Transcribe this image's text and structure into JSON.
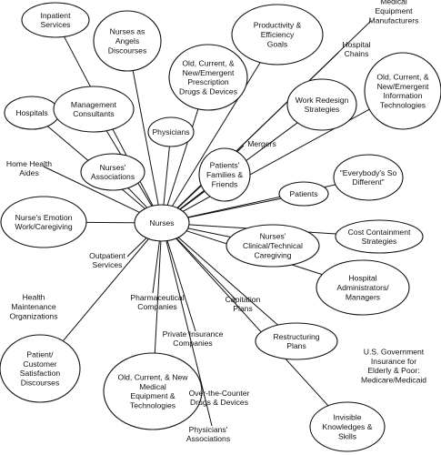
{
  "hub": {
    "label": [
      "Nurses"
    ]
  },
  "nodes": [
    {
      "id": "inpatient-services",
      "label": [
        "Inpatient",
        "Services"
      ]
    },
    {
      "id": "nurses-as-angels",
      "label": [
        "Nurses as",
        "Angels",
        "Discourses"
      ]
    },
    {
      "id": "productivity-goals",
      "label": [
        "Productivity &",
        "Efficiency",
        "Goals"
      ]
    },
    {
      "id": "prescription-drugs",
      "label": [
        "Old, Current, &",
        "New/Emergent",
        "Prescription",
        "Drugs & Devices"
      ]
    },
    {
      "id": "information-technologies",
      "label": [
        "Old, Current, &",
        "New/Emergent",
        "Information",
        "Technologies"
      ]
    },
    {
      "id": "work-redesign",
      "label": [
        "Work Redesign",
        "Strategies"
      ]
    },
    {
      "id": "hospitals",
      "label": [
        "Hospitals"
      ]
    },
    {
      "id": "management-consultants",
      "label": [
        "Management",
        "Consultants"
      ]
    },
    {
      "id": "physicians",
      "label": [
        "Physicians"
      ]
    },
    {
      "id": "nurses-associations",
      "label": [
        "Nurses'",
        "Associations"
      ]
    },
    {
      "id": "patients-families",
      "label": [
        "Patients'",
        "Families &",
        "Friends"
      ]
    },
    {
      "id": "everybodys-different",
      "label": [
        "\"Everybody's So",
        "Different\""
      ]
    },
    {
      "id": "patients",
      "label": [
        "Patients"
      ]
    },
    {
      "id": "emotion-work",
      "label": [
        "Nurse's Emotion",
        "Work/Caregiving"
      ]
    },
    {
      "id": "clinical-caregiving",
      "label": [
        "Nurses'",
        "Clinical/Technical",
        "Caregiving"
      ]
    },
    {
      "id": "cost-containment",
      "label": [
        "Cost Containment",
        "Strategies"
      ]
    },
    {
      "id": "hospital-administrators",
      "label": [
        "Hospital",
        "Administrators/",
        "Managers"
      ]
    },
    {
      "id": "restructuring-plans",
      "label": [
        "Restructuring",
        "Plans"
      ]
    },
    {
      "id": "satisfaction-discourses",
      "label": [
        "Patient/",
        "Customer",
        "Satisfaction",
        "Discourses"
      ]
    },
    {
      "id": "medical-equipment",
      "label": [
        "Old, Current, & New",
        "Medical",
        "Equipment &",
        "Technologies"
      ]
    },
    {
      "id": "invisible-knowledges",
      "label": [
        "Invisible",
        "Knowledges &",
        "Skills"
      ]
    }
  ],
  "free_labels": [
    {
      "id": "medical-equipment-manufacturers",
      "label": [
        "Medical",
        "Equipment",
        "Manufacturers"
      ]
    },
    {
      "id": "hospital-chains",
      "label": [
        "Hospital",
        "Chains"
      ]
    },
    {
      "id": "mergers",
      "label": [
        "Mergers"
      ]
    },
    {
      "id": "home-health-aides",
      "label": [
        "Home Health",
        "Aides"
      ]
    },
    {
      "id": "outpatient-services",
      "label": [
        "Outpatient",
        "Services"
      ]
    },
    {
      "id": "pharmaceutical-companies",
      "label": [
        "Pharmaceutical",
        "Companies"
      ]
    },
    {
      "id": "health-maintenance-organizations",
      "label": [
        "Health",
        "Maintenance",
        "Organizations"
      ]
    },
    {
      "id": "capitation-plans",
      "label": [
        "Capitation",
        "Plans"
      ]
    },
    {
      "id": "private-insurance-companies",
      "label": [
        "Private Insurance",
        "Companies"
      ]
    },
    {
      "id": "us-government-insurance",
      "label": [
        "U.S. Government",
        "Insurance for",
        "Elderly & Poor:",
        "Medicare/Medicaid"
      ]
    },
    {
      "id": "over-the-counter-drugs",
      "label": [
        "Over-the-Counter",
        "Drugs & Devices"
      ]
    },
    {
      "id": "physicians-associations",
      "label": [
        "Physicians'",
        "Associations"
      ]
    }
  ]
}
